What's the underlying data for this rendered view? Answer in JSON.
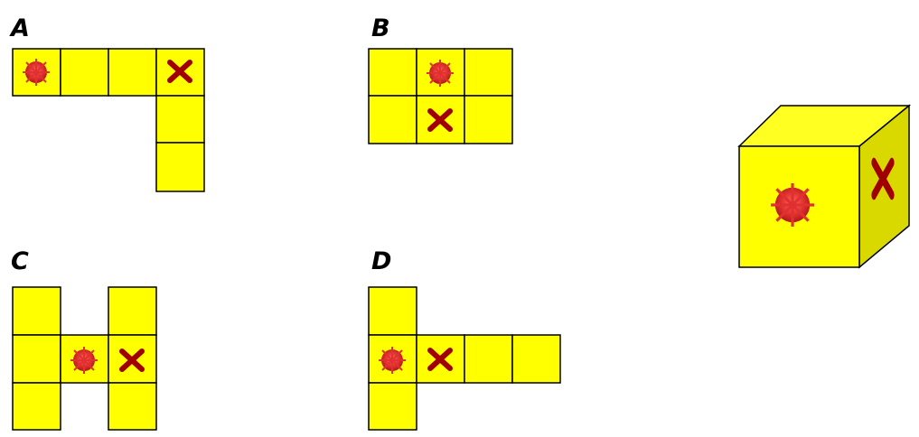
{
  "colors": {
    "face": "#ffff00",
    "face_side": "#d9d900",
    "face_top": "#ffff33",
    "outline": "#000000",
    "dot": "#e03030",
    "dot_dark": "#b01818",
    "cross": "#a00000"
  },
  "options": [
    {
      "label": "A",
      "symbols": [
        "dot-icon",
        "cross-icon"
      ]
    },
    {
      "label": "B",
      "symbols": [
        "dot-icon",
        "cross-icon"
      ]
    },
    {
      "label": "C",
      "symbols": [
        "dot-icon",
        "cross-icon"
      ]
    },
    {
      "label": "D",
      "symbols": [
        "dot-icon",
        "cross-icon"
      ]
    }
  ],
  "cube": {
    "front_symbol": "dot-icon",
    "side_symbol": "cross-icon"
  }
}
